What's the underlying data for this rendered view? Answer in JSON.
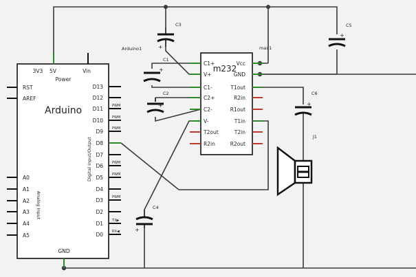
{
  "labels": {
    "arduino_name": "Arduino1",
    "arduino_title": "Arduino",
    "power_group": "Power",
    "digital_group": "Digital Input/Output",
    "analog_group": "Analog Input",
    "max_name": "max1",
    "max_title": "m232",
    "c1": "C1",
    "c2": "C2",
    "c3": "C3",
    "c4": "C4",
    "c5": "C5",
    "c6": "C6",
    "j1": "J1",
    "plus": "+"
  },
  "arduino": {
    "top_pins": [
      "3V3",
      "5V",
      "Vin"
    ],
    "left_pins": [
      "RST",
      "AREF"
    ],
    "analog_pins": [
      "A0",
      "A1",
      "A2",
      "A3",
      "A4",
      "A5"
    ],
    "digital_pins": [
      "D13",
      "D12",
      "D11",
      "D10",
      "D9",
      "D8",
      "D7",
      "D6",
      "D5",
      "D4",
      "D3",
      "D2",
      "D1",
      "D0"
    ],
    "pwm_flags": [
      "",
      "",
      "PWM",
      "PWM",
      "PWM",
      "",
      "",
      "PWM",
      "PWM",
      "",
      "PWM",
      "",
      "TX▶",
      "RX◀"
    ],
    "bottom_pin": "GND"
  },
  "max232": {
    "left_pins": [
      "C1+",
      "V+",
      "C1-",
      "C2+",
      "C2-",
      "V-",
      "T2out",
      "R2in"
    ],
    "right_pins": [
      "Vcc",
      "GND",
      "T1out",
      "R2in",
      "R1out",
      "T1in",
      "T2in",
      "R2out"
    ]
  }
}
